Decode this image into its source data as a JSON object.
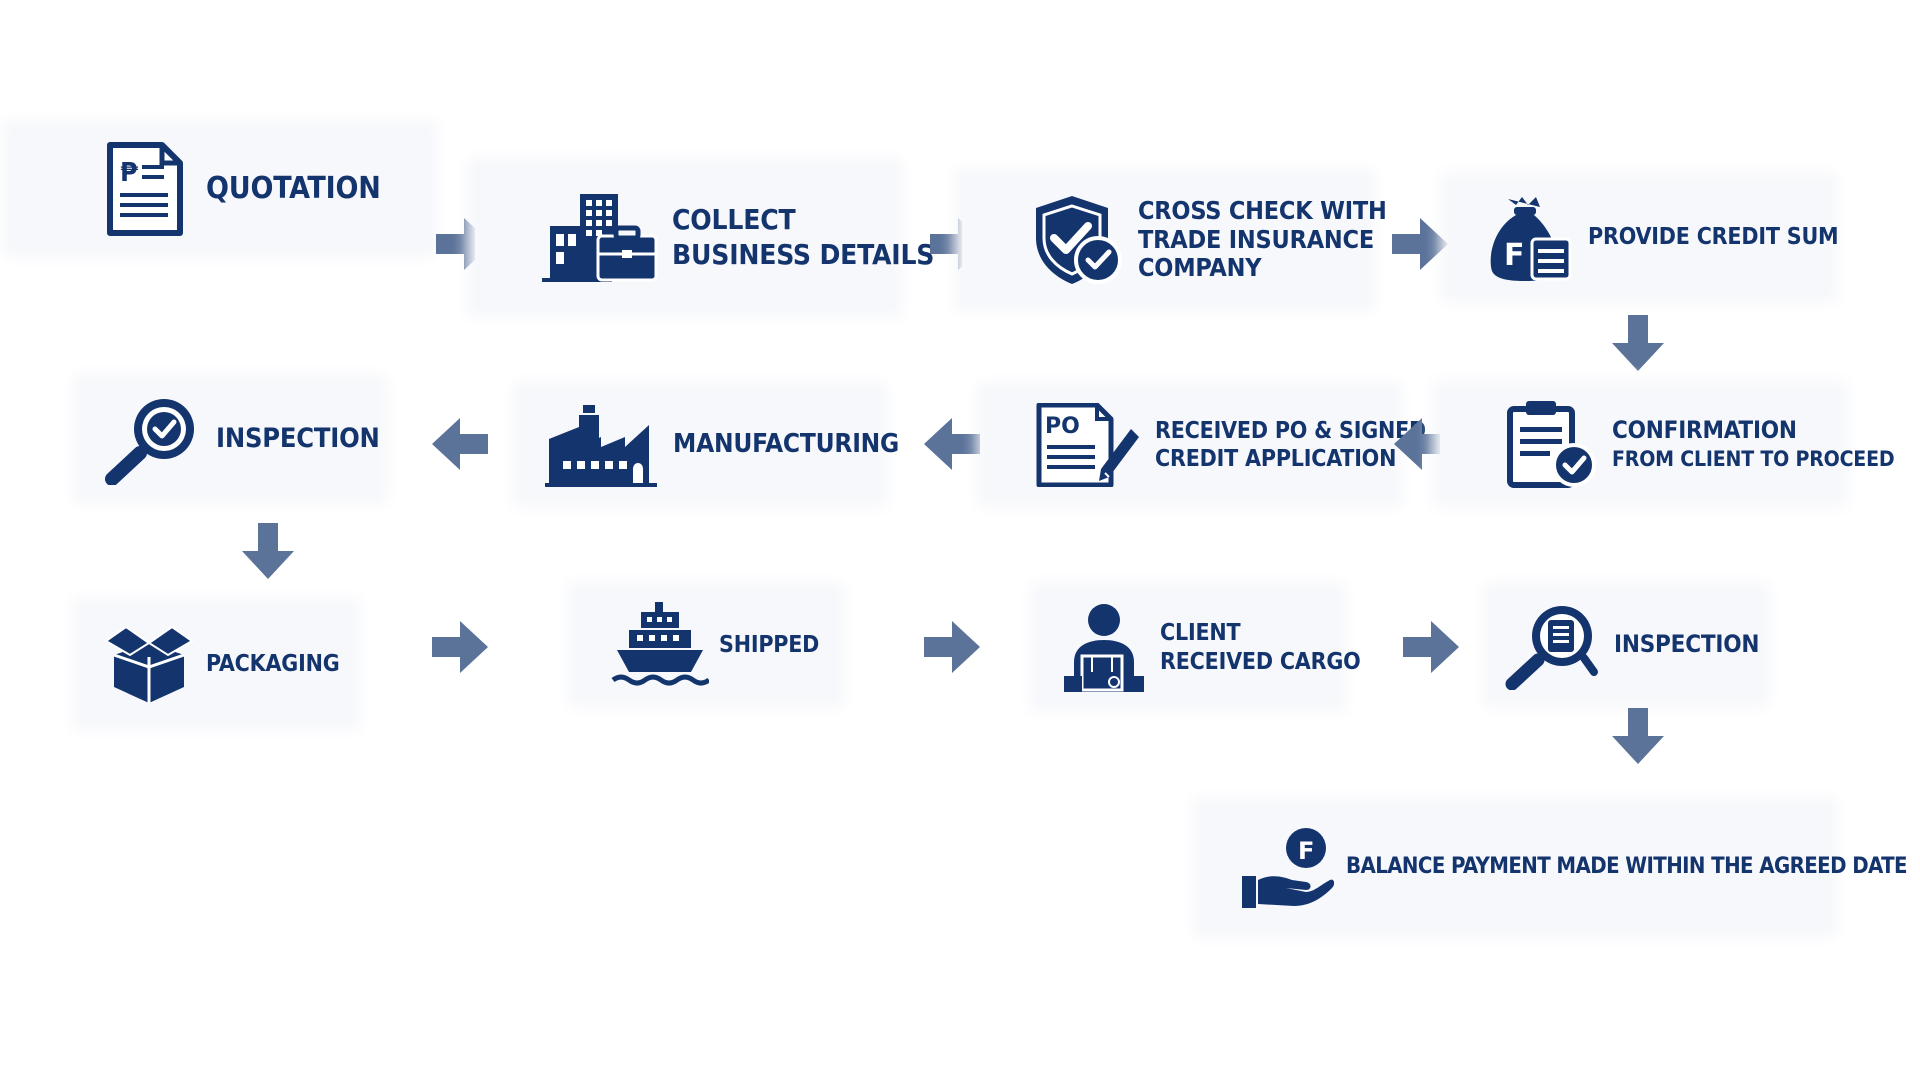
{
  "steps": {
    "quotation": {
      "lines": [
        "QUOTATION"
      ],
      "icon": "quotation-document-icon"
    },
    "collect": {
      "lines": [
        "COLLECT",
        "BUSINESS DETAILS"
      ],
      "icon": "office-briefcase-icon"
    },
    "crosscheck": {
      "lines": [
        "CROSS CHECK WITH",
        "TRADE INSURANCE",
        "COMPANY"
      ],
      "icon": "shield-check-icon"
    },
    "credit": {
      "lines": [
        "PROVIDE CREDIT SUM"
      ],
      "icon": "money-bag-icon"
    },
    "confirmation": {
      "lines": [
        "CONFIRMATION",
        "FROM CLIENT TO PROCEED"
      ],
      "icon": "clipboard-check-icon"
    },
    "po": {
      "lines": [
        "RECEIVED PO & SIGNED",
        "CREDIT APPLICATION"
      ],
      "icon": "po-document-pen-icon",
      "icon_text": "PO"
    },
    "manufacturing": {
      "lines": [
        "MANUFACTURING"
      ],
      "icon": "factory-icon"
    },
    "inspection1": {
      "lines": [
        "INSPECTION"
      ],
      "icon": "magnifier-check-icon"
    },
    "packaging": {
      "lines": [
        "PACKAGING"
      ],
      "icon": "box-icon"
    },
    "shipped": {
      "lines": [
        "SHIPPED"
      ],
      "icon": "ship-icon"
    },
    "cargo": {
      "lines": [
        "CLIENT",
        "RECEIVED CARGO"
      ],
      "icon": "person-parcel-icon"
    },
    "inspection2": {
      "lines": [
        "INSPECTION"
      ],
      "icon": "magnifier-document-icon"
    },
    "balance": {
      "lines": [
        "BALANCE PAYMENT MADE WITHIN THE AGREED DATE"
      ],
      "icon": "hand-coin-icon"
    }
  },
  "colors": {
    "primary": "#14346d",
    "arrow": "#5b7299",
    "card_bg": "#f7f8fb"
  }
}
